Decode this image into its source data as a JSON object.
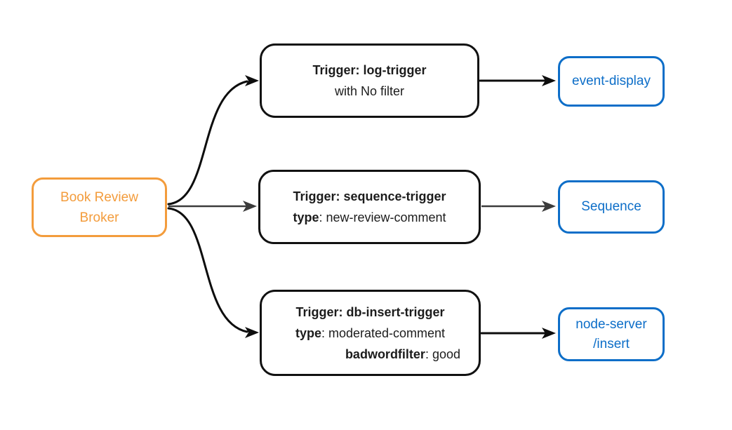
{
  "colors": {
    "background": "#ffffff",
    "broker_accent": "#f39c3c",
    "destination_accent": "#0d6ec8",
    "node_border": "#111111",
    "node_text": "#1c1c1c",
    "arrow_black": "#0d0d0d",
    "arrow_gray": "#3b3b3b"
  },
  "broker": {
    "line1": "Book Review",
    "line2": "Broker"
  },
  "trigger1": {
    "title": "Trigger: log-trigger",
    "subtitle": "with No filter"
  },
  "trigger2": {
    "title": "Trigger: sequence-trigger",
    "key1": "type",
    "val1": ": new-review-comment"
  },
  "trigger3": {
    "title": "Trigger: db-insert-trigger",
    "key1": "type",
    "val1": ": moderated-comment",
    "key2": "badwordfilter",
    "val2": ": good"
  },
  "dest1": {
    "label": "event-display"
  },
  "dest2": {
    "label": "Sequence"
  },
  "dest3": {
    "line1": "node-server",
    "line2": "/insert"
  }
}
